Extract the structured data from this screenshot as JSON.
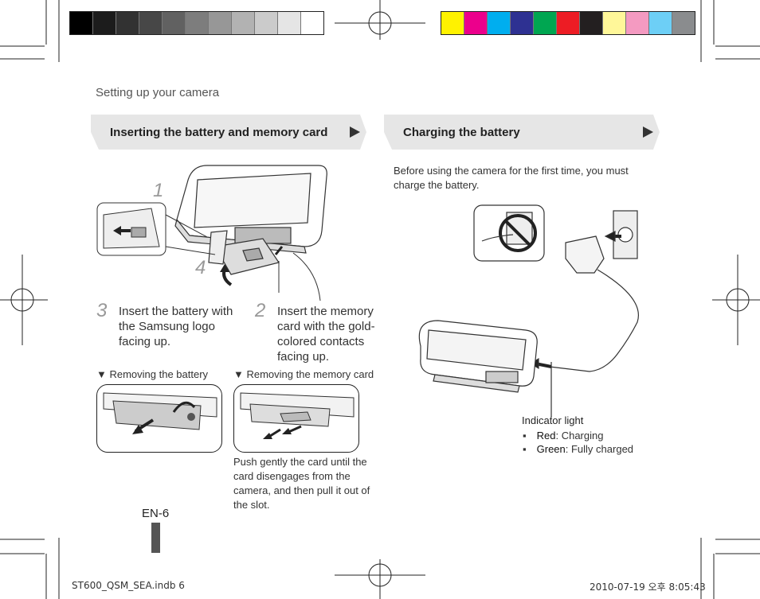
{
  "colors": {
    "gray_swatches": [
      "#000000",
      "#1c1c1c",
      "#323232",
      "#474747",
      "#616161",
      "#7d7d7d",
      "#979797",
      "#b2b2b2",
      "#cbcbcb",
      "#e5e5e5",
      "#ffffff"
    ],
    "color_swatches": [
      "#fff200",
      "#ec008c",
      "#00aeef",
      "#2e3192",
      "#00a651",
      "#ed1c24",
      "#231f20",
      "#fff799",
      "#f49ac1",
      "#6dcff6",
      "#8a8c8e"
    ],
    "section_bar": "#e6e6e6",
    "page_tab": "#555555"
  },
  "header": {
    "title": "Setting up your camera"
  },
  "left_section": {
    "title": "Inserting the battery and memory card",
    "step1_num": "1",
    "step4_num": "4",
    "step3_num": "3",
    "step3_text": "Insert the battery with the Samsung logo facing up.",
    "step2_num": "2",
    "step2_text": "Insert the memory card with the gold-colored contacts facing up.",
    "remove_battery_label": "▼ Removing the battery",
    "remove_card_label": "▼ Removing the memory card",
    "remove_card_note": "Push gently the card until the card disengages from the camera, and then pull it out of the slot."
  },
  "right_section": {
    "title": "Charging the battery",
    "intro": "Before using the camera for the first time, you must charge the battery.",
    "indicator_title": "Indicator light",
    "indicators": [
      {
        "bullet": "▪",
        "color": "Red",
        "meaning": ": Charging"
      },
      {
        "bullet": "▪",
        "color": "Green",
        "meaning": ": Fully charged"
      }
    ]
  },
  "page_number": "EN-6",
  "footer": {
    "file": "ST600_QSM_SEA.indb   6",
    "timestamp": "2010-07-19   오후 8:05:43"
  }
}
